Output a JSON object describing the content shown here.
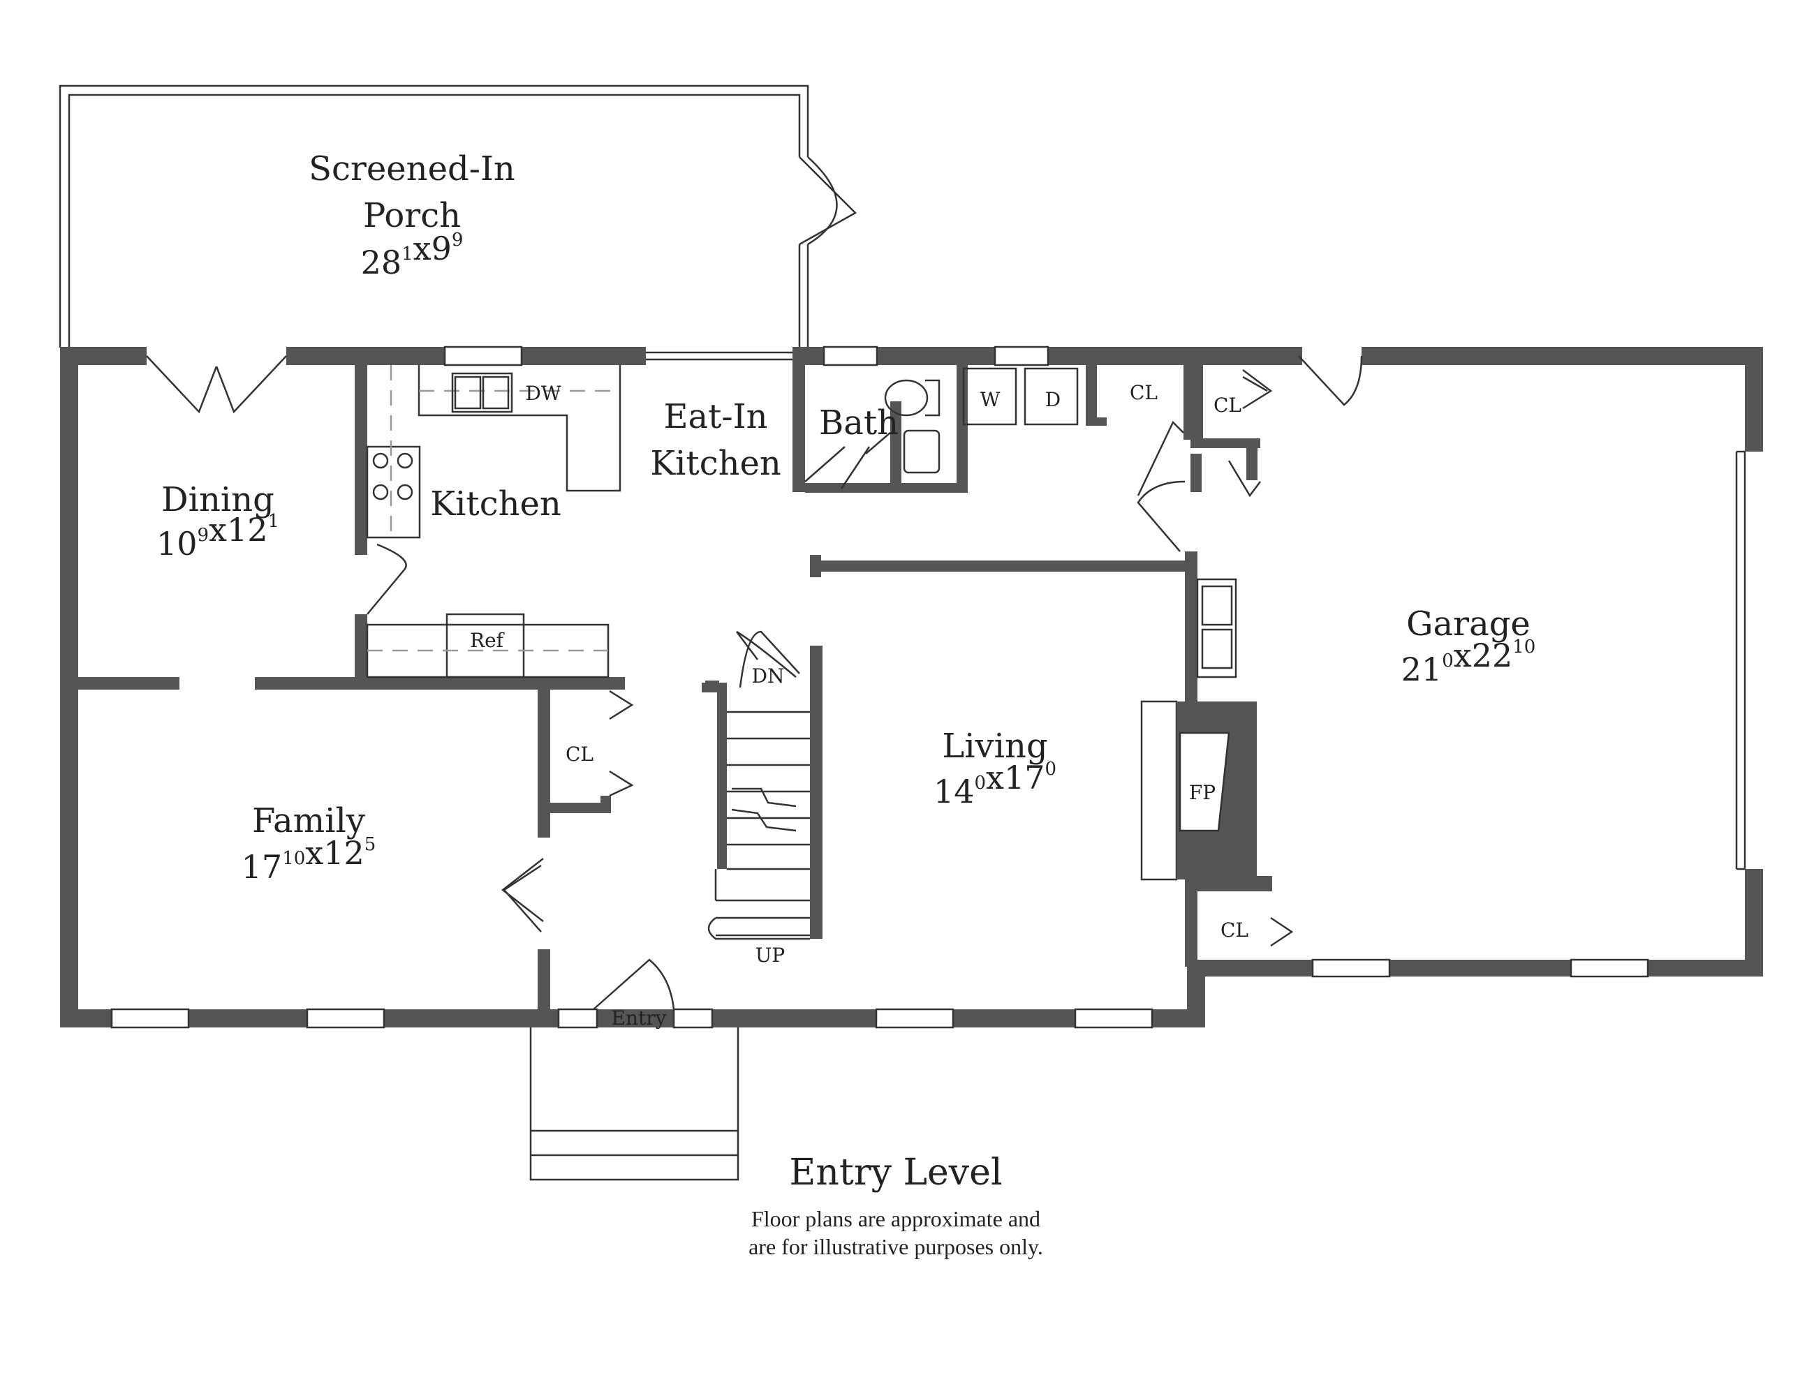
{
  "plan": {
    "rooms": [
      {
        "id": "porch",
        "lines": [
          "Screened-In",
          "Porch"
        ],
        "dims": [
          {
            "base": "28",
            "sup": "1"
          },
          {
            "base": "x9",
            "sup": "9"
          }
        ]
      },
      {
        "id": "dining",
        "lines": [
          "Dining"
        ],
        "dims": [
          {
            "base": "10",
            "sup": "9"
          },
          {
            "base": "x12",
            "sup": "1"
          }
        ]
      },
      {
        "id": "kitchen",
        "lines": [
          "Kitchen"
        ],
        "dims": []
      },
      {
        "id": "eatin",
        "lines": [
          "Eat-In",
          "Kitchen"
        ],
        "dims": []
      },
      {
        "id": "bath",
        "lines": [
          "Bath"
        ],
        "dims": []
      },
      {
        "id": "family",
        "lines": [
          "Family"
        ],
        "dims": [
          {
            "base": "17",
            "sup": "10"
          },
          {
            "base": "x12",
            "sup": "5"
          }
        ]
      },
      {
        "id": "living",
        "lines": [
          "Living"
        ],
        "dims": [
          {
            "base": "14",
            "sup": "0"
          },
          {
            "base": "x17",
            "sup": "0"
          }
        ]
      },
      {
        "id": "garage",
        "lines": [
          "Garage"
        ],
        "dims": [
          {
            "base": "21",
            "sup": "0"
          },
          {
            "base": "x22",
            "sup": "10"
          }
        ]
      }
    ],
    "fixtures": [
      {
        "id": "dw",
        "text": "DW"
      },
      {
        "id": "washer",
        "text": "W"
      },
      {
        "id": "dryer",
        "text": "D"
      },
      {
        "id": "cl1",
        "text": "CL"
      },
      {
        "id": "cl2",
        "text": "CL"
      },
      {
        "id": "cl3",
        "text": "CL"
      },
      {
        "id": "cl4",
        "text": "CL"
      },
      {
        "id": "ref",
        "text": "Ref"
      },
      {
        "id": "dn",
        "text": "DN"
      },
      {
        "id": "up",
        "text": "UP"
      },
      {
        "id": "fp",
        "text": "FP"
      },
      {
        "id": "entry",
        "text": "Entry"
      }
    ],
    "title": "Entry Level",
    "disclaimer": [
      "Floor plans are approximate and",
      "are for illustrative purposes only."
    ]
  }
}
